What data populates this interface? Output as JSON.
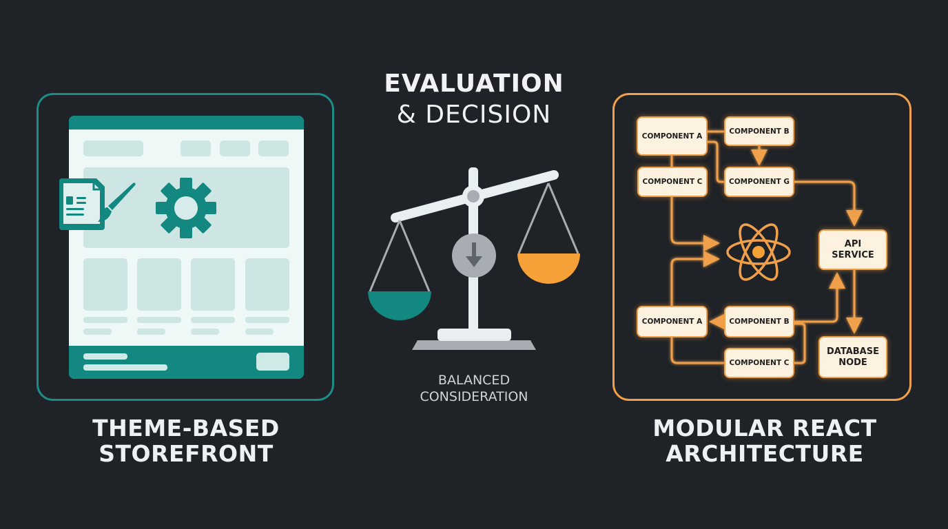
{
  "colors": {
    "background": "#1f2226",
    "teal": "#138880",
    "teal_border": "#1e8c86",
    "orange": "#f0a04b",
    "orange_fill": "#f5a138",
    "light_panel": "#eef8f7",
    "placeholder": "#cde6e3",
    "scale_white": "#e9eef0",
    "scale_gray": "#a7adb3",
    "component_fill": "#fdf1e0"
  },
  "header": {
    "line1": "EVALUATION",
    "line2": "& DECISION"
  },
  "left_panel": {
    "caption_line1": "THEME-BASED",
    "caption_line2": "STOREFRONT",
    "icons": [
      "document-icon",
      "paintbrush-icon",
      "gear-icon"
    ]
  },
  "center": {
    "icon": "balance-scale-icon",
    "caption_line1": "BALANCED",
    "caption_line2": "CONSIDERATION"
  },
  "right_panel": {
    "caption_line1": "MODULAR REACT",
    "caption_line2": "ARCHITECTURE",
    "center_icon": "react-atom-icon",
    "components": {
      "top_a": "COMPONENT A",
      "top_b": "COMPONENT B",
      "top_c": "COMPONENT C",
      "top_g": "COMPONENT G",
      "bot_a": "COMPONENT A",
      "bot_b": "COMPONENT B",
      "bot_c": "COMPONENT C",
      "api_line1": "API",
      "api_line2": "SERVICE",
      "db_line1": "DATABASE",
      "db_line2": "NODE"
    }
  }
}
